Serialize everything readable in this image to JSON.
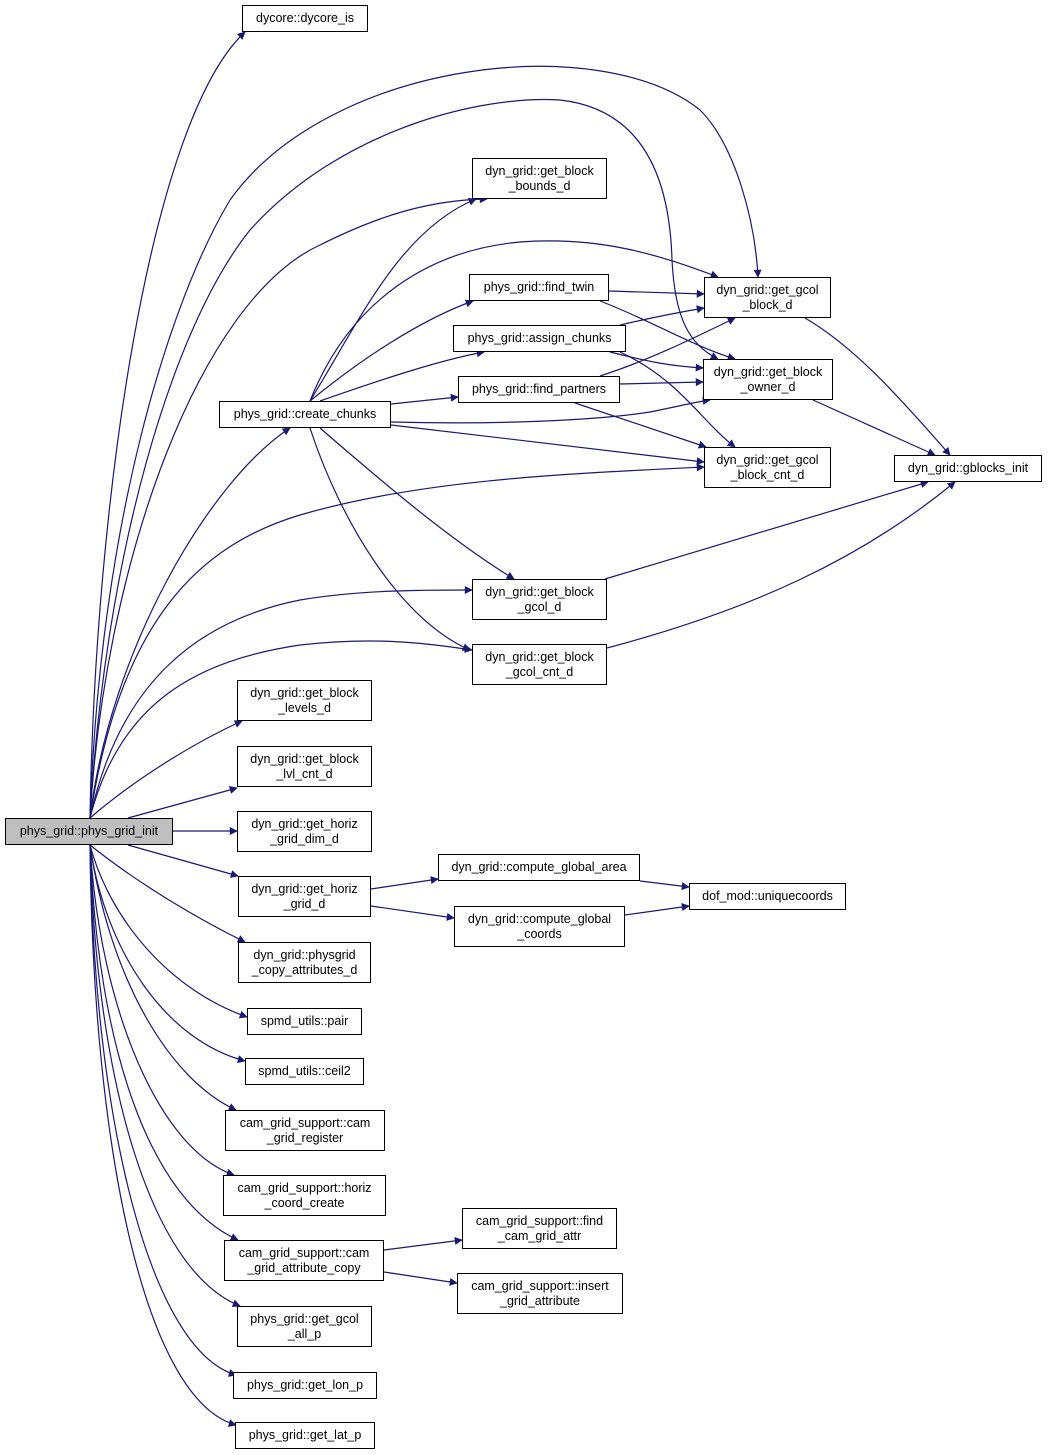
{
  "colors": {
    "edge": "#191970",
    "root_fill": "#bfbfbf",
    "node_fill": "#ffffff",
    "node_border": "#000000"
  },
  "nodes": {
    "phys_grid_init": [
      "phys_grid::phys_grid_init"
    ],
    "dycore_is": [
      "dycore::dycore_is"
    ],
    "create_chunks": [
      "phys_grid::create_chunks"
    ],
    "get_block_bounds_d": [
      "dyn_grid::get_block",
      "_bounds_d"
    ],
    "find_twin": [
      "phys_grid::find_twin"
    ],
    "assign_chunks": [
      "phys_grid::assign_chunks"
    ],
    "find_partners": [
      "phys_grid::find_partners"
    ],
    "get_gcol_block_d": [
      "dyn_grid::get_gcol",
      "_block_d"
    ],
    "get_block_owner_d": [
      "dyn_grid::get_block",
      "_owner_d"
    ],
    "get_gcol_block_cnt_d": [
      "dyn_grid::get_gcol",
      "_block_cnt_d"
    ],
    "gblocks_init": [
      "dyn_grid::gblocks_init"
    ],
    "get_block_gcol_d": [
      "dyn_grid::get_block",
      "_gcol_d"
    ],
    "get_block_gcol_cnt_d": [
      "dyn_grid::get_block",
      "_gcol_cnt_d"
    ],
    "get_block_levels_d": [
      "dyn_grid::get_block",
      "_levels_d"
    ],
    "get_block_lvl_cnt_d": [
      "dyn_grid::get_block",
      "_lvl_cnt_d"
    ],
    "get_horiz_grid_dim_d": [
      "dyn_grid::get_horiz",
      "_grid_dim_d"
    ],
    "get_horiz_grid_d": [
      "dyn_grid::get_horiz",
      "_grid_d"
    ],
    "compute_global_area": [
      "dyn_grid::compute_global_area"
    ],
    "compute_global_coords": [
      "dyn_grid::compute_global",
      "_coords"
    ],
    "uniquecoords": [
      "dof_mod::uniquecoords"
    ],
    "physgrid_copy_attributes_d": [
      "dyn_grid::physgrid",
      "_copy_attributes_d"
    ],
    "pair": [
      "spmd_utils::pair"
    ],
    "ceil2": [
      "spmd_utils::ceil2"
    ],
    "cam_grid_register": [
      "cam_grid_support::cam",
      "_grid_register"
    ],
    "horiz_coord_create": [
      "cam_grid_support::horiz",
      "_coord_create"
    ],
    "cam_grid_attribute_copy": [
      "cam_grid_support::cam",
      "_grid_attribute_copy"
    ],
    "find_cam_grid_attr": [
      "cam_grid_support::find",
      "_cam_grid_attr"
    ],
    "insert_grid_attribute": [
      "cam_grid_support::insert",
      "_grid_attribute"
    ],
    "get_gcol_all_p": [
      "phys_grid::get_gcol",
      "_all_p"
    ],
    "get_lon_p": [
      "phys_grid::get_lon_p"
    ],
    "get_lat_p": [
      "phys_grid::get_lat_p"
    ]
  }
}
